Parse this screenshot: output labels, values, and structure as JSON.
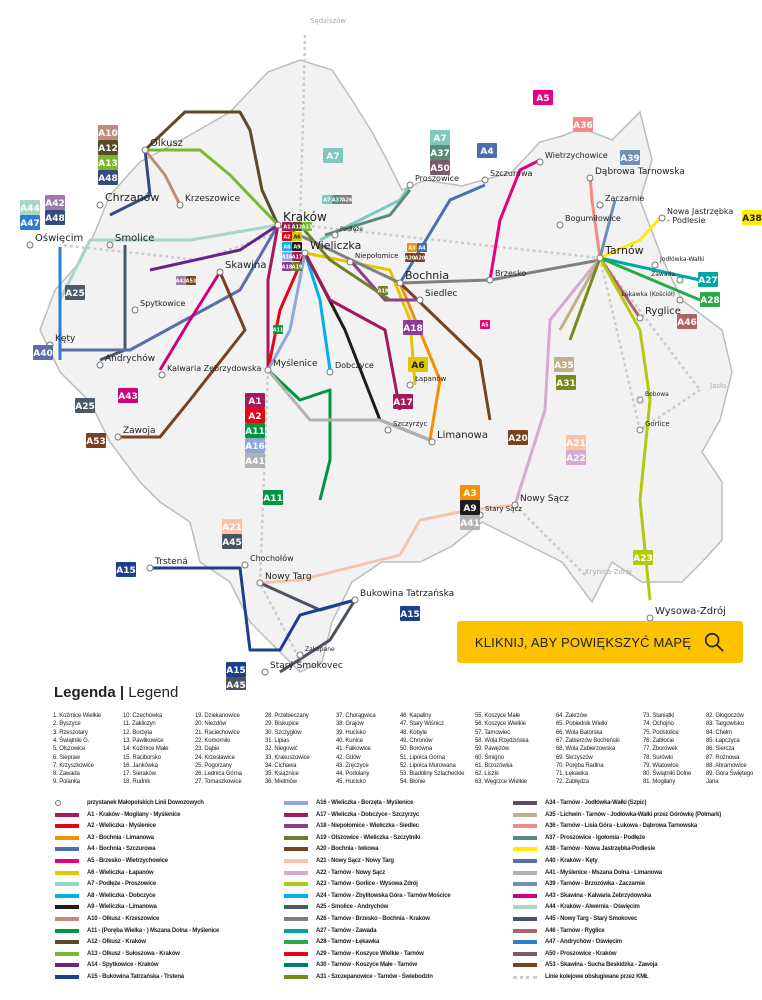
{
  "map": {
    "cities": [
      "Kraków",
      "Wieliczka",
      "Niepołomice",
      "Bochnia",
      "Tarnów",
      "Brzesko",
      "Olkusz",
      "Chrzanów",
      "Oświęcim",
      "Skawina",
      "Myślenice",
      "Limanowa",
      "Nowy Sącz",
      "Nowy Targ",
      "Bukowina Tatrzańska",
      "Trstená",
      "Chochołów",
      "Starý Smokovec",
      "Wysowa-Zdrój",
      "Ryglice",
      "Nowa Jastrzębka - Podlesie",
      "Dąbrowa Tarnowska",
      "Wietrzychowice",
      "Szczurowa",
      "Proszowice",
      "Krzeszowice",
      "Andrychów",
      "Kęty",
      "Zawoja",
      "Kalwaria Zebrzydowska",
      "Łapanów",
      "Dobczyce",
      "Stary Sącz",
      "Smolice",
      "Siedlec",
      "Zaczarnie",
      "Bogumiłowice",
      "Szczyrzyc",
      "Podłęże",
      "Spytkowice",
      "Sędziszów",
      "Krynica-Zdrój",
      "Jasło",
      "Zawada",
      "Łękawka (Kościół)",
      "Jodłówka-Wałki",
      "Gorlice",
      "Zakopane",
      "Bobowa"
    ],
    "badges": [
      [
        "A10",
        "A12",
        "A13",
        "A48"
      ],
      [
        "A42",
        "A48"
      ],
      [
        "A44",
        "A47"
      ],
      [
        "A25"
      ],
      [
        "A40"
      ],
      [
        "A25"
      ],
      [
        "A43"
      ],
      [
        "A53"
      ],
      [
        "A7"
      ],
      [
        "A7",
        "A37",
        "A50"
      ],
      [
        "A4"
      ],
      [
        "A5"
      ],
      [
        "A36"
      ],
      [
        "A39"
      ],
      [
        "A38"
      ],
      [
        "A27"
      ],
      [
        "A28"
      ],
      [
        "A46"
      ],
      [
        "A18"
      ],
      [
        "A6"
      ],
      [
        "A17"
      ],
      [
        "A35"
      ],
      [
        "A31"
      ],
      [
        "A20"
      ],
      [
        "A3",
        "A9",
        "A41"
      ],
      [
        "A21",
        "A22"
      ],
      [
        "A23"
      ],
      [
        "A11"
      ],
      [
        "A21",
        "A45"
      ],
      [
        "A15"
      ],
      [
        "A15"
      ],
      [
        "A15",
        "A45"
      ],
      [
        "A1",
        "A2",
        "A11",
        "A16",
        "A41"
      ],
      [
        "A7",
        "A37",
        "A26"
      ],
      [
        "A1",
        "A12",
        "A13"
      ],
      [
        "A2",
        "A6"
      ],
      [
        "A8",
        "A9"
      ],
      [
        "A16",
        "A17"
      ],
      [
        "A18",
        "A19"
      ],
      [
        "A3",
        "A4"
      ],
      [
        "A20",
        "A20"
      ],
      [
        "A42",
        "A53"
      ],
      [
        "A19"
      ],
      [
        "A5"
      ],
      [
        "A11"
      ]
    ]
  },
  "zoom_button": {
    "label": "KLIKNIJ, ABY POWIĘKSZYĆ MAPĘ",
    "icon": "search-icon"
  },
  "legend": {
    "title_pl": "Legenda",
    "separator": "|",
    "title_en": "Legend",
    "stops": [
      "1. Koźmice Wielkie",
      "2. Byszyce",
      "3. Rzeszotary",
      "4. Świątniki G.",
      "5. Olszowice",
      "6. Siepraw",
      "7. Krzyszkowice",
      "8. Zawada",
      "9. Polanka",
      "10. Czechówka",
      "11. Zakliczyn",
      "12. Borzęta",
      "13. Pawlikowice",
      "14. Koźmice Małe",
      "15. Raciborsko",
      "16. Jankówka",
      "17. Sieraków",
      "18. Rudnik",
      "19. Dziekanowice",
      "20. Niezdów",
      "21. Raciechowice",
      "22. Komorniki",
      "23. Dąbie",
      "24. Krzesławice",
      "25. Pogorzany",
      "26. Lednica Górna",
      "27. Tomaszkowice",
      "28. Przebieczany",
      "29. Biskupice",
      "30. Szczygłów",
      "31. Lipias",
      "32. Niegowić",
      "33. Krakuszowice",
      "34. Cichawa",
      "35. Książnice",
      "36. Mietniów",
      "37. Chorągwica",
      "38. Grajów",
      "39. Hucisko",
      "40. Kunice",
      "41. Fałkowice",
      "42. Gdów",
      "43. Zręczyce",
      "44. Podolany",
      "45. Hucisko",
      "46. Kapaliny",
      "47. Stary Wiśnicz",
      "48. Kobyle",
      "49. Chronów",
      "50. Borówna",
      "51. Lipnica Górna",
      "52. Lipnica Murowana",
      "53. Biadoliny Szlacheckie",
      "54. Błonie",
      "55. Koszyce Małe",
      "56. Koszyce Wielkie",
      "57. Tarnowiec",
      "58. Wola Rzędzińska",
      "59. Pawęzów",
      "60. Śmigno",
      "61. Brzozówka",
      "62. Liszki",
      "63. Węgrzce Wielkie",
      "64. Zakrzów",
      "65. Pobiednik Wielki",
      "66. Wola Batorska",
      "67. Zabierzów Bocheński",
      "68. Wola Zabierzowska",
      "69. Skrzyszów",
      "70. Poręba Radlna",
      "71. Łękawka",
      "72. Zabłędza",
      "73. Staniątki",
      "74. Ochojno",
      "75. Podstolice",
      "76. Zabłocie",
      "77. Zborówek",
      "78. Surówki",
      "79. Wiatowice",
      "80. Świątniki Dolne",
      "81. Mogilany",
      "82. Głogoczów",
      "83. Targowisko",
      "84. Chełm",
      "85. Łapczyca",
      "86. Siercza",
      "87. Rożnowa",
      "88. Abramowice",
      "89. Góra Świętego Jana"
    ],
    "routes": [
      {
        "label": "przystanek Małopolskich Linii Dowozowych",
        "color": "#ffffff",
        "kind": "stop"
      },
      {
        "label": "A1 - Kraków - Mogilany - Myślenice",
        "color": "#a3195b"
      },
      {
        "label": "A2 - Wieliczka - Myślenice",
        "color": "#e30613"
      },
      {
        "label": "A3 - Bochnia - Limanowa",
        "color": "#f39200"
      },
      {
        "label": "A4 - Bochnia - Szczurowa",
        "color": "#4a6eb4"
      },
      {
        "label": "A5 - Brzesko - Wietrzychowice",
        "color": "#e5007e"
      },
      {
        "label": "A6 - Wieliczka - Łapanów",
        "color": "#e2c700"
      },
      {
        "label": "A7 - Podłęże - Proszowice",
        "color": "#95d3c8"
      },
      {
        "label": "A8 - Wieliczka - Dobczyce",
        "color": "#00b1eb"
      },
      {
        "label": "A9 - Wieliczka - Limanowa",
        "color": "#1d1d1b"
      },
      {
        "label": "A10 - Olkusz - Krzeszowice",
        "color": "#c08b7a"
      },
      {
        "label": "A11 - (Poręba Wielka - ) Mszana Dolna - Myślenice",
        "color": "#009640"
      },
      {
        "label": "A12 - Olkusz - Kraków",
        "color": "#5a4a2a"
      },
      {
        "label": "A13 - Olkusz - Sułoszowa - Kraków",
        "color": "#7ab929"
      },
      {
        "label": "A14 - Spytkowice - Kraków",
        "color": "#662483"
      },
      {
        "label": "A15 - Bukowina Tatrzańska - Trstená",
        "color": "#1d3f8f"
      },
      {
        "label": "A16 - Wieliczka - Borzęta - Myślenice",
        "color": "#8ea7dc"
      },
      {
        "label": "A17 - Wieliczka - Dobczyce - Szczyrzyc",
        "color": "#a3195b"
      },
      {
        "label": "A18 - Niepołomice - Wieliczka - Siedlec",
        "color": "#8a3c96"
      },
      {
        "label": "A19 - Olszowice - Wieliczka - Szczytniki",
        "color": "#6e7f2c"
      },
      {
        "label": "A20 - Bochnia - Iwkowa",
        "color": "#7a4320"
      },
      {
        "label": "A21 - Nowy Sącz - Nowy Targ",
        "color": "#f6c4ad"
      },
      {
        "label": "A22 - Tarnów - Nowy Sącz",
        "color": "#d7a9d2"
      },
      {
        "label": "A23 - Tarnów - Gorlice - Wysowa Zdrój",
        "color": "#b5c810"
      },
      {
        "label": "A24 - Tarnów - Zbylitowska Góra - Tarnów Mościce",
        "color": "#00b1eb"
      },
      {
        "label": "A25 - Smolice - Andrychów",
        "color": "#4b5a68"
      },
      {
        "label": "A26 - Tarnów - Brzesko - Bochnia - Kraków",
        "color": "#808080"
      },
      {
        "label": "A27 - Tarnów - Zawada",
        "color": "#00a6a6"
      },
      {
        "label": "A28 - Tarnów - Łękawka",
        "color": "#2aa84a"
      },
      {
        "label": "A29 - Tarnów - Koszyce Wielkie - Tarnów",
        "color": "#e30613"
      },
      {
        "label": "A30 - Tarnów - Koszyce Małe - Tarnów",
        "color": "#007a87"
      },
      {
        "label": "A31 - Szczepanowice - Tarnów - Świebodzin",
        "color": "#7a8a1a"
      },
      {
        "label": "A34 - Tarnów - Jodłówka-Wałki (Szpic)",
        "color": "#5a4a6e"
      },
      {
        "label": "A35 - Lichwin - Tarnów - Jodłówka-Wałki przez Górówkę (Polmark)",
        "color": "#bfb08a"
      },
      {
        "label": "A36 - Tarnów - Lisia Góra - Łukowa - Dąbrowa Tarnowska",
        "color": "#f28b86"
      },
      {
        "label": "A37 - Proszowice - Igołomia - Podłęże",
        "color": "#5a8a78"
      },
      {
        "label": "A38 - Tarnów - Nowa Jastrzębka-Podlesie",
        "color": "#ffec00"
      },
      {
        "label": "A40 - Kraków - Kęty",
        "color": "#5b6ea8"
      },
      {
        "label": "A41 - Myślenice - Mszana Dolna - Limanowa",
        "color": "#b2b2b2"
      },
      {
        "label": "A39 - Tarnów - Brzozówka - Zaczarnie",
        "color": "#6f8fb8"
      },
      {
        "label": "A43 - Skawina - Kalwaria Zebrzydowska",
        "color": "#d0007a"
      },
      {
        "label": "A44 - Kraków - Alwernia - Oświęcim",
        "color": "#a8d5c6"
      },
      {
        "label": "A45 - Nowy Targ - Starý Smokovec",
        "color": "#4a5360"
      },
      {
        "label": "A46 - Tarnów - Ryglice",
        "color": "#b0646a"
      },
      {
        "label": "A47 - Andrychów - Oświęcim",
        "color": "#2b7fd0"
      },
      {
        "label": "A50 - Proszowice - Kraków",
        "color": "#7a5a6a"
      },
      {
        "label": "A53 - Skawina - Sucha Beskidzka - Zawoja",
        "color": "#7a4020"
      },
      {
        "label": "Linie kolejowe obsługiwane przez KMŁ",
        "color": "#cccccc",
        "kind": "rail"
      }
    ]
  },
  "colors": {
    "A1": "#a3195b",
    "A2": "#e30613",
    "A3": "#f39200",
    "A4": "#4a6eb4",
    "A5": "#e5007e",
    "A6": "#e2c700",
    "A7": "#7fc8bd",
    "A8": "#00b1eb",
    "A9": "#1d1d1b",
    "A10": "#c08b7a",
    "A11": "#009640",
    "A12": "#5a4a2a",
    "A13": "#7ab929",
    "A14": "#662483",
    "A15": "#1d3f8f",
    "A16": "#8ea7dc",
    "A17": "#a3195b",
    "A18": "#8a3c96",
    "A19": "#6e7f2c",
    "A20": "#7a4320",
    "A21": "#f6c4ad",
    "A22": "#d7a9d2",
    "A23": "#b5c810",
    "A24": "#00b1eb",
    "A25": "#4b5a68",
    "A26": "#808080",
    "A27": "#00a6a6",
    "A28": "#2aa84a",
    "A29": "#e30613",
    "A30": "#007a87",
    "A31": "#7a8a1a",
    "A34": "#5a4a6e",
    "A35": "#bfb08a",
    "A36": "#f28b86",
    "A37": "#5a8a78",
    "A38": "#ffec00",
    "A39": "#6f8fb8",
    "A40": "#5b6ea8",
    "A41": "#b2b2b2",
    "A42": "#9b7ba8",
    "A43": "#d0007a",
    "A44": "#a8d5c6",
    "A45": "#4a5360",
    "A46": "#b0646a",
    "A47": "#2b7fd0",
    "A48": "#354a80",
    "A50": "#7a5a6a",
    "A53": "#7a4020",
    "rail": "#cccccc",
    "region": "#f2f2f2",
    "button": "#fdc300"
  }
}
